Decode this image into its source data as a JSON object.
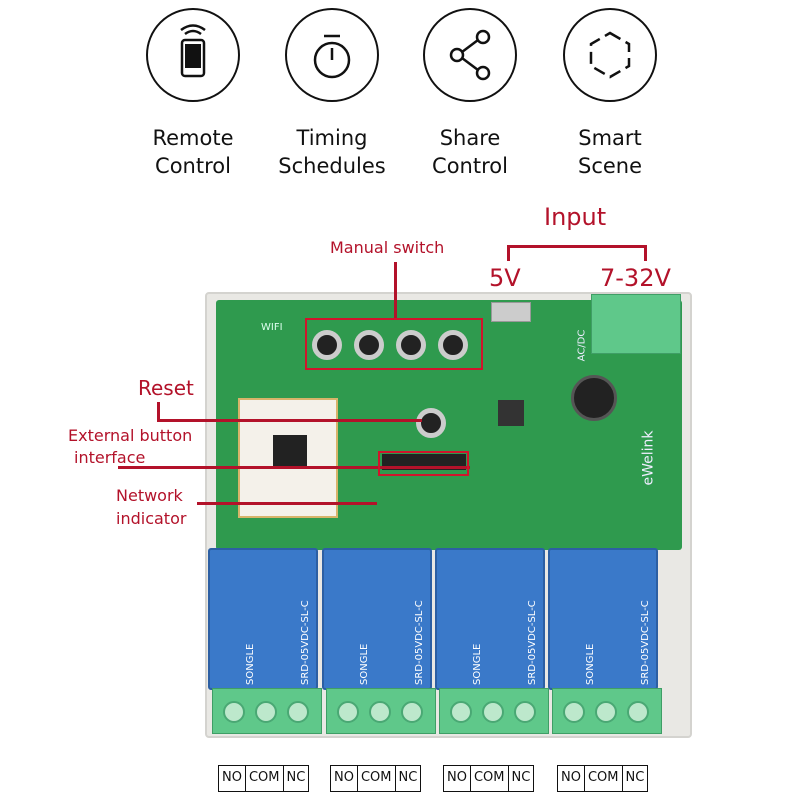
{
  "features": [
    {
      "icon": "phone-wifi-icon",
      "line1": "Remote",
      "line2": "Control"
    },
    {
      "icon": "stopwatch-icon",
      "line1": "Timing",
      "line2": "Schedules"
    },
    {
      "icon": "share-icon",
      "line1": "Share",
      "line2": "Control"
    },
    {
      "icon": "hexagon-scene-icon",
      "line1": "Smart",
      "line2": "Scene"
    }
  ],
  "annotations": {
    "manual_switch": "Manual switch",
    "input": "Input",
    "v5": "5V",
    "v732": "7-32V",
    "reset": "Reset",
    "ext1": "External button",
    "ext2": "interface",
    "net1": "Network",
    "net2": "indicator"
  },
  "board": {
    "relay_text": "SRD-05VDC-SL-C",
    "brand": "SONGLE",
    "silk": "eWelink",
    "wifi": "WIFI",
    "acdc": "AC/DC"
  },
  "terminals": [
    {
      "no": "NO",
      "com": "COM",
      "nc": "NC"
    },
    {
      "no": "NO",
      "com": "COM",
      "nc": "NC"
    },
    {
      "no": "NO",
      "com": "COM",
      "nc": "NC"
    },
    {
      "no": "NO",
      "com": "COM",
      "nc": "NC"
    }
  ],
  "colors": {
    "annotation": "#b3122a",
    "pcb": "#2f9a4e",
    "relay": "#3a79c9"
  }
}
